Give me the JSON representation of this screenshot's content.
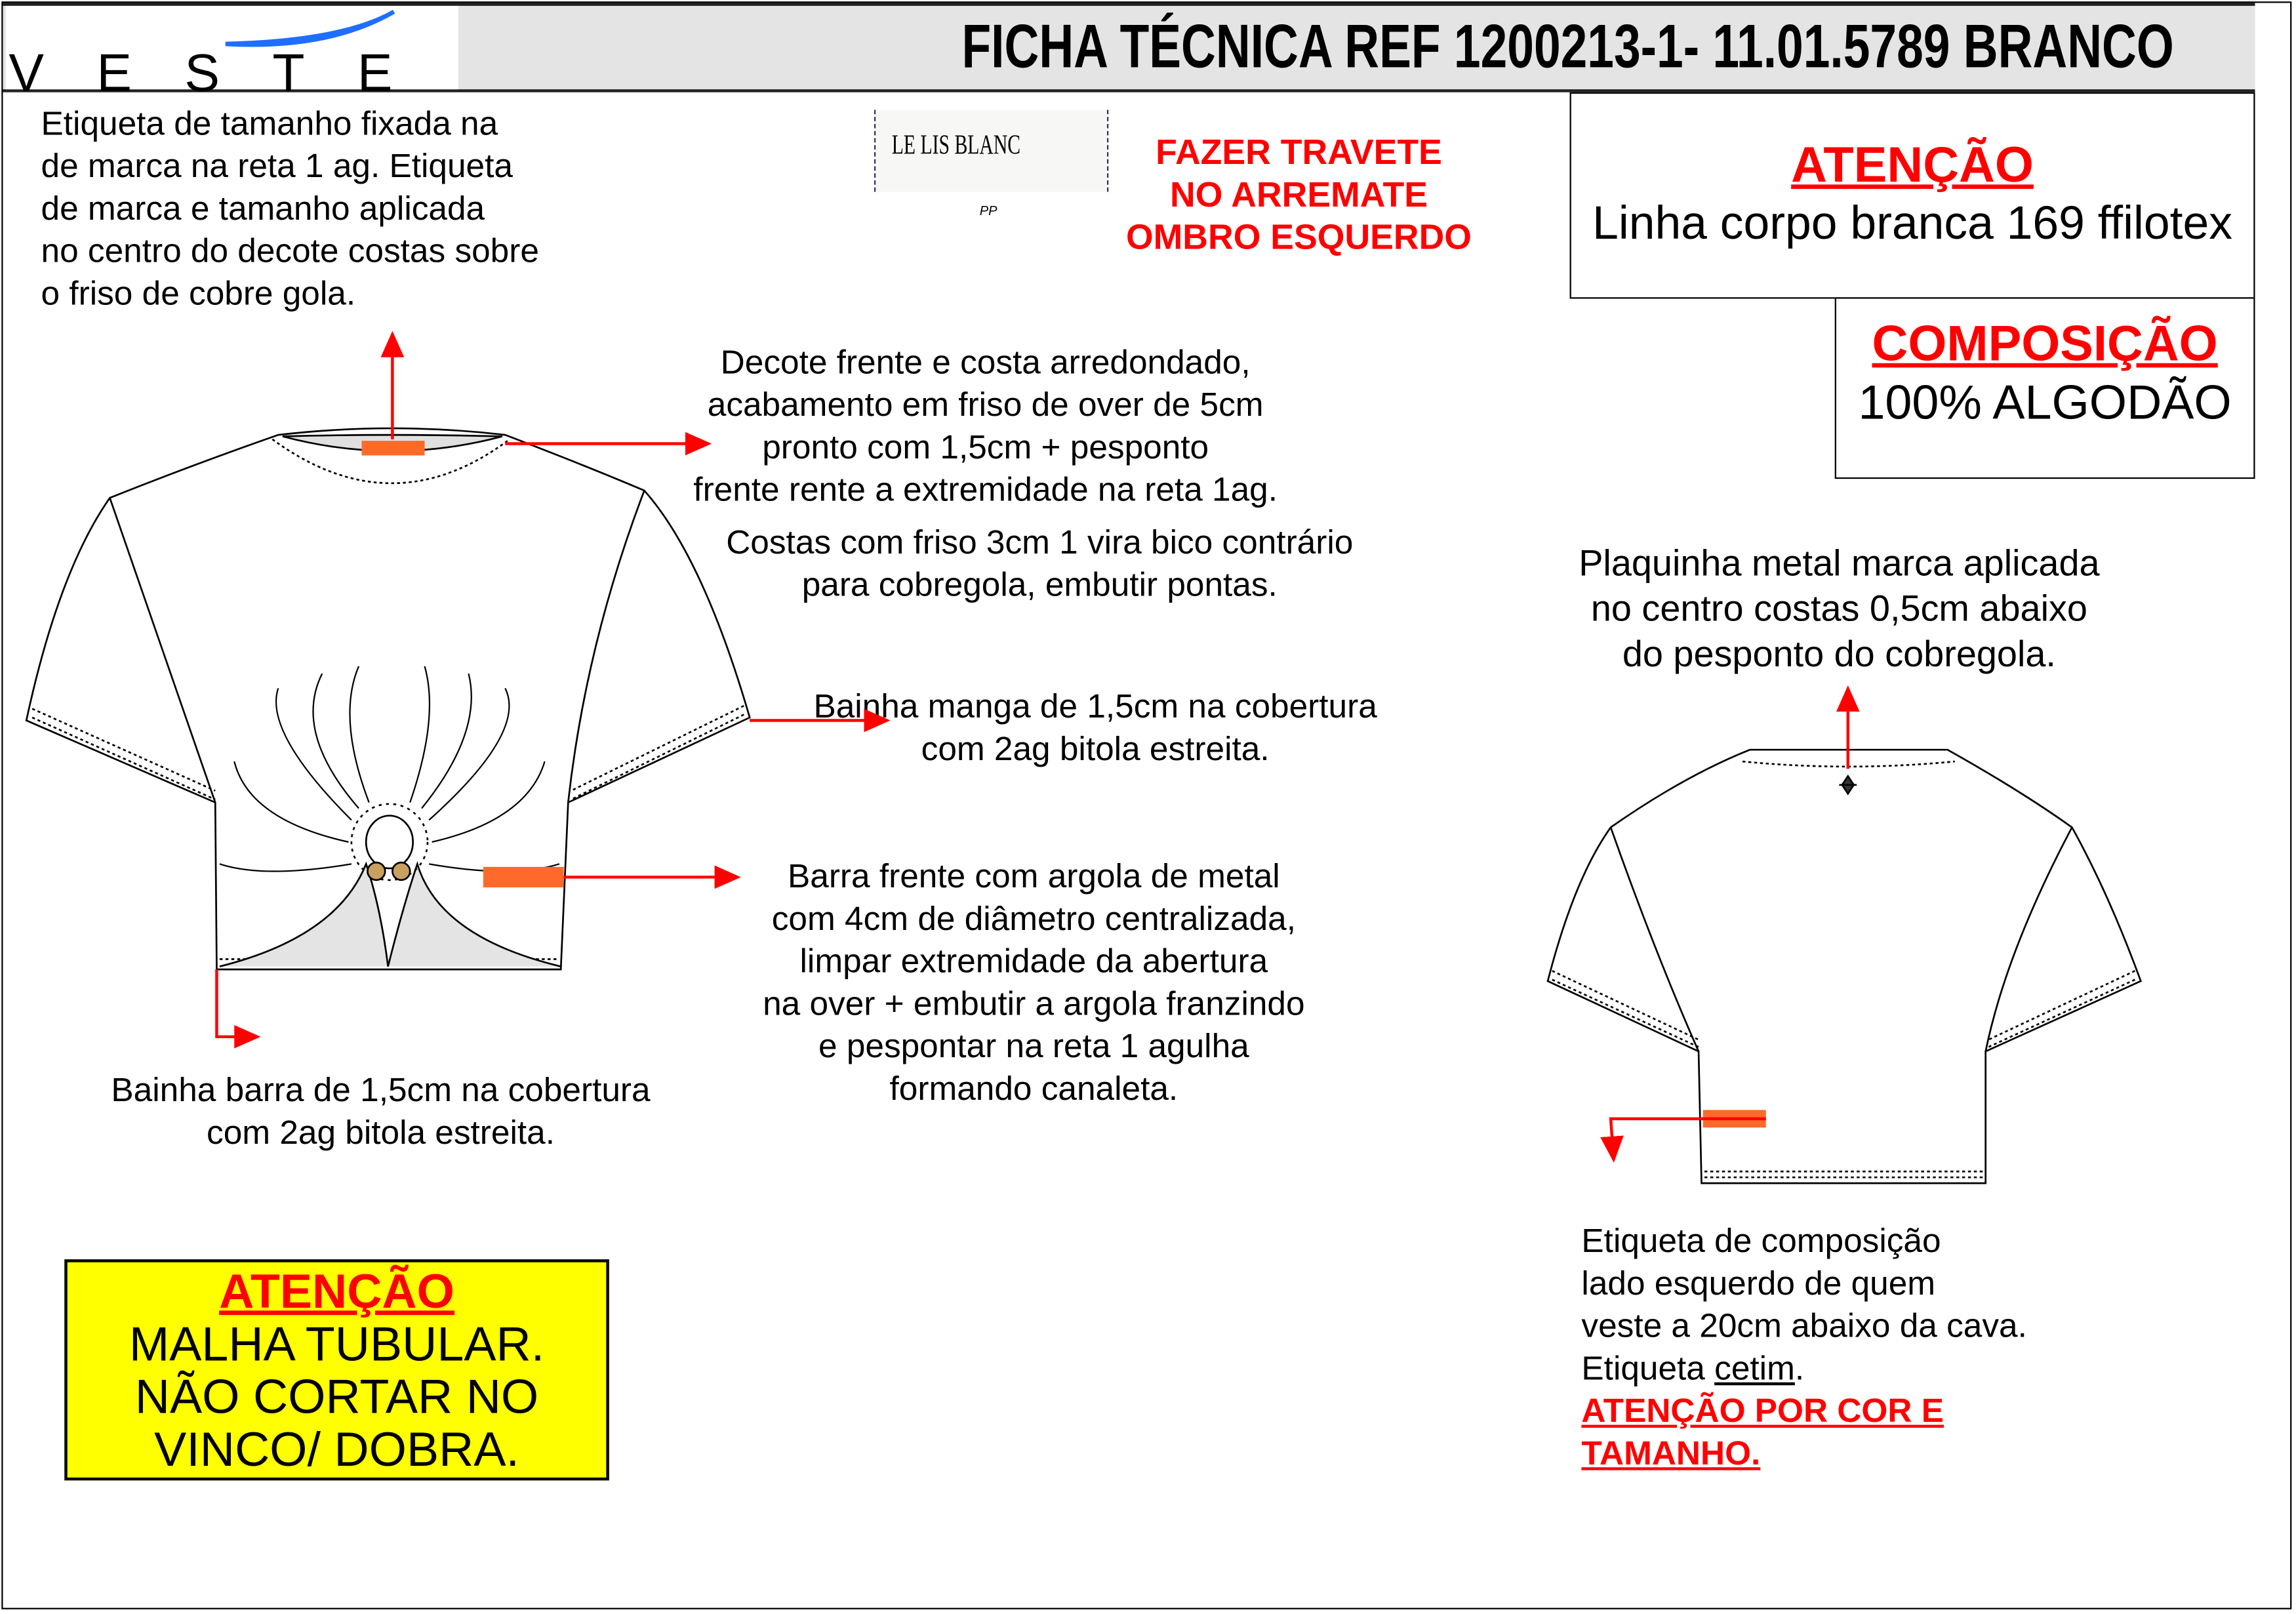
{
  "header": {
    "logo": "VESTE",
    "title": "FICHA TÉCNICA REF 1200213-1- 11.01.5789 BRANCO"
  },
  "label": {
    "brand": "LE LIS BLANC",
    "size": "PP"
  },
  "notes": {
    "size_label": [
      "Etiqueta de tamanho fixada na",
      "de marca na reta 1 ag. Etiqueta",
      "de marca e tamanho aplicada",
      "no centro do decote costas sobre",
      "o friso de cobre gola."
    ],
    "travete": [
      "FAZER TRAVETE",
      "NO ARREMATE",
      "OMBRO ESQUERDO"
    ],
    "decote": [
      "Decote frente e costa arredondado,",
      "acabamento em friso de over de 5cm",
      "pronto com 1,5cm + pesponto",
      "frente rente a extremidade na reta 1ag."
    ],
    "costas": [
      "Costas com friso 3cm 1 vira bico contrário",
      "para cobregola, embutir pontas."
    ],
    "plaquinha": [
      "Plaquinha metal marca aplicada",
      "no centro costas 0,5cm abaixo",
      "do pesponto do cobregola."
    ],
    "bainha_manga": [
      "Bainha manga de 1,5cm na cobertura",
      "com 2ag bitola estreita."
    ],
    "barra_frente": [
      "Barra frente com argola de metal",
      "com 4cm de diâmetro centralizada,",
      "limpar extremidade da abertura",
      "na over + embutir a argola franzindo",
      "e pespontar na reta 1 agulha",
      "formando canaleta."
    ],
    "bainha_barra": [
      "Bainha barra de 1,5cm na cobertura",
      "com 2ag bitola estreita."
    ],
    "composicao_label": [
      "Etiqueta de composição",
      "lado esquerdo de quem",
      "veste a 20cm abaixo da cava."
    ],
    "etiqueta_prefix": "Etiqueta ",
    "etiqueta_cetim": "cetim",
    "etiqueta_suffix": ".",
    "atencao_cor": [
      "ATENÇÃO POR COR E",
      "TAMANHO."
    ]
  },
  "attention_box": {
    "title": "ATENÇÃO",
    "text": "Linha corpo branca 169 ffilotex"
  },
  "composition_box": {
    "title": "COMPOSIÇÃO",
    "text": "100% ALGODÃO"
  },
  "warning_box": {
    "title": "ATENÇÃO",
    "lines": [
      "MALHA TUBULAR.",
      "NÃO CORTAR NO",
      "VINCO/ DOBRA."
    ]
  },
  "colors": {
    "red": "#ff0000",
    "orange": "#ff6a2a",
    "yellow": "#ffff00",
    "header_bg": "#e4e4e4",
    "logo_blue": "#1e6fff"
  }
}
